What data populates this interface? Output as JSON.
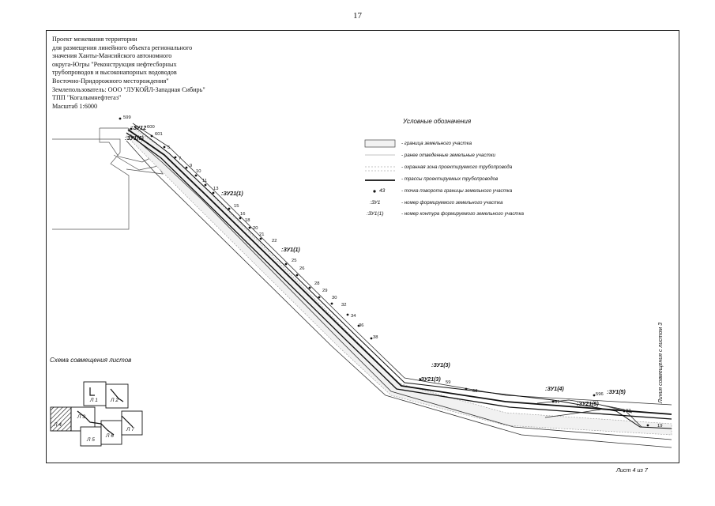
{
  "page_number": "17",
  "title_lines": [
    "Проект межевания территории",
    "для размещения линейного объекта регионального",
    "значения Ханты-Мансийского автономного",
    "округа-Югры \"Реконструкция нефтесборных",
    "трубопроводов и высоконапорных водоводов",
    "Восточно-Придорожного месторождения\"",
    "Землепользователь: ООО \"ЛУКОЙЛ-Западная Сибирь\"",
    "ТПП \"Когалымнефтегаз\"",
    "Масштаб 1:6000"
  ],
  "legend": {
    "title": "Условные обозначения",
    "items": [
      {
        "label": "- граница земельного участка"
      },
      {
        "label": "- ранее отведенные земельные участки"
      },
      {
        "label": "- охранная зона проектируемого трубопровода"
      },
      {
        "label": "- трассы проектируемых трубопроводов"
      },
      {
        "symbol": "43",
        "label": "- точка поворота границы земельного участка"
      },
      {
        "symbol": ":ЗУ1",
        "label": "- номер формируемого земельного участка"
      },
      {
        "symbol": ":ЗУ1(1)",
        "label": "- номер контура формируемого земельного участка"
      }
    ]
  },
  "parcel_labels": [
    ":ЗУ12",
    ":ЗУ1(6)",
    ":ЗУ21(1)",
    ":ЗУ1(1)",
    ":ЗУ1(3)",
    ":ЗУ21(3)",
    ":ЗУ1(4)",
    ":ЗУ21(5)",
    ":ЗУ1(5)"
  ],
  "points": [
    "599",
    "600",
    "601",
    "5",
    "7",
    "9",
    "10",
    "11",
    "13",
    "15",
    "16",
    "18",
    "20",
    "21",
    "22",
    "25",
    "26",
    "28",
    "29",
    "30",
    "32",
    "34",
    "36",
    "38",
    "59",
    "68",
    "81",
    "596",
    "92",
    "19"
  ],
  "scheme": {
    "title": "Схема совмещения листов",
    "sheets": [
      "Л 1",
      "Л 2",
      "Л 3",
      "Л 4",
      "Л 5",
      "Л 6",
      "Л 7"
    ]
  },
  "match_line": "Линия совмещения с листом 3",
  "footer": "Лист 4 из 7"
}
